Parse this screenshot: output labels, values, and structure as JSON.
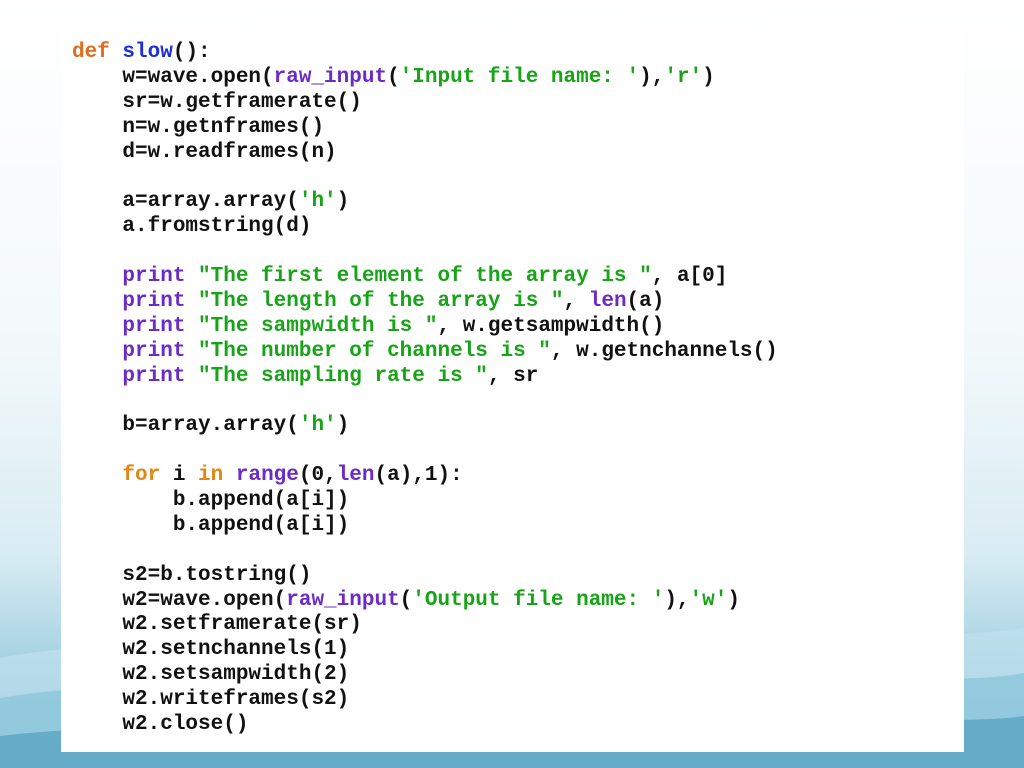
{
  "slide": {
    "background_gradient_bottom": "#6fb3cb",
    "panel_color": "#ffffff"
  },
  "colors": {
    "keyword_def": "#e06c1f",
    "keyword_control": "#e38612",
    "function_name": "#1c2fd8",
    "builtin": "#6a2bc9",
    "string": "#17a417",
    "default_text": "#111111"
  },
  "code": {
    "language": "python",
    "lines": [
      [
        {
          "t": "kw-def",
          "v": "def"
        },
        {
          "t": "plain",
          "v": " "
        },
        {
          "t": "fn-name",
          "v": "slow"
        },
        {
          "t": "plain",
          "v": "():"
        }
      ],
      [
        {
          "t": "plain",
          "v": "    w=wave.open("
        },
        {
          "t": "builtin",
          "v": "raw_input"
        },
        {
          "t": "plain",
          "v": "("
        },
        {
          "t": "str",
          "v": "'Input file name: '"
        },
        {
          "t": "plain",
          "v": "),"
        },
        {
          "t": "str",
          "v": "'r'"
        },
        {
          "t": "plain",
          "v": ")"
        }
      ],
      [
        {
          "t": "plain",
          "v": "    sr=w.getframerate()"
        }
      ],
      [
        {
          "t": "plain",
          "v": "    n=w.getnframes()"
        }
      ],
      [
        {
          "t": "plain",
          "v": "    d=w.readframes(n)"
        }
      ],
      [],
      [
        {
          "t": "plain",
          "v": "    a=array.array("
        },
        {
          "t": "str",
          "v": "'h'"
        },
        {
          "t": "plain",
          "v": ")"
        }
      ],
      [
        {
          "t": "plain",
          "v": "    a.fromstring(d)"
        }
      ],
      [],
      [
        {
          "t": "plain",
          "v": "    "
        },
        {
          "t": "builtin",
          "v": "print"
        },
        {
          "t": "plain",
          "v": " "
        },
        {
          "t": "str",
          "v": "\"The first element of the array is \""
        },
        {
          "t": "plain",
          "v": ", a[0]"
        }
      ],
      [
        {
          "t": "plain",
          "v": "    "
        },
        {
          "t": "builtin",
          "v": "print"
        },
        {
          "t": "plain",
          "v": " "
        },
        {
          "t": "str",
          "v": "\"The length of the array is \""
        },
        {
          "t": "plain",
          "v": ", "
        },
        {
          "t": "builtin",
          "v": "len"
        },
        {
          "t": "plain",
          "v": "(a)"
        }
      ],
      [
        {
          "t": "plain",
          "v": "    "
        },
        {
          "t": "builtin",
          "v": "print"
        },
        {
          "t": "plain",
          "v": " "
        },
        {
          "t": "str",
          "v": "\"The sampwidth is \""
        },
        {
          "t": "plain",
          "v": ", w.getsampwidth()"
        }
      ],
      [
        {
          "t": "plain",
          "v": "    "
        },
        {
          "t": "builtin",
          "v": "print"
        },
        {
          "t": "plain",
          "v": " "
        },
        {
          "t": "str",
          "v": "\"The number of channels is \""
        },
        {
          "t": "plain",
          "v": ", w.getnchannels()"
        }
      ],
      [
        {
          "t": "plain",
          "v": "    "
        },
        {
          "t": "builtin",
          "v": "print"
        },
        {
          "t": "plain",
          "v": " "
        },
        {
          "t": "str",
          "v": "\"The sampling rate is \""
        },
        {
          "t": "plain",
          "v": ", sr"
        }
      ],
      [],
      [
        {
          "t": "plain",
          "v": "    b=array.array("
        },
        {
          "t": "str",
          "v": "'h'"
        },
        {
          "t": "plain",
          "v": ")"
        }
      ],
      [],
      [
        {
          "t": "plain",
          "v": "    "
        },
        {
          "t": "kw-ctrl",
          "v": "for"
        },
        {
          "t": "plain",
          "v": " i "
        },
        {
          "t": "kw-ctrl",
          "v": "in"
        },
        {
          "t": "plain",
          "v": " "
        },
        {
          "t": "builtin",
          "v": "range"
        },
        {
          "t": "plain",
          "v": "(0,"
        },
        {
          "t": "builtin",
          "v": "len"
        },
        {
          "t": "plain",
          "v": "(a),1):"
        }
      ],
      [
        {
          "t": "plain",
          "v": "        b.append(a[i])"
        }
      ],
      [
        {
          "t": "plain",
          "v": "        b.append(a[i])"
        }
      ],
      [],
      [
        {
          "t": "plain",
          "v": "    s2=b.tostring()"
        }
      ],
      [
        {
          "t": "plain",
          "v": "    w2=wave.open("
        },
        {
          "t": "builtin",
          "v": "raw_input"
        },
        {
          "t": "plain",
          "v": "("
        },
        {
          "t": "str",
          "v": "'Output file name: '"
        },
        {
          "t": "plain",
          "v": "),"
        },
        {
          "t": "str",
          "v": "'w'"
        },
        {
          "t": "plain",
          "v": ")"
        }
      ],
      [
        {
          "t": "plain",
          "v": "    w2.setframerate(sr)"
        }
      ],
      [
        {
          "t": "plain",
          "v": "    w2.setnchannels(1)"
        }
      ],
      [
        {
          "t": "plain",
          "v": "    w2.setsampwidth(2)"
        }
      ],
      [
        {
          "t": "plain",
          "v": "    w2.writeframes(s2)"
        }
      ],
      [
        {
          "t": "plain",
          "v": "    w2.close()"
        }
      ]
    ]
  }
}
